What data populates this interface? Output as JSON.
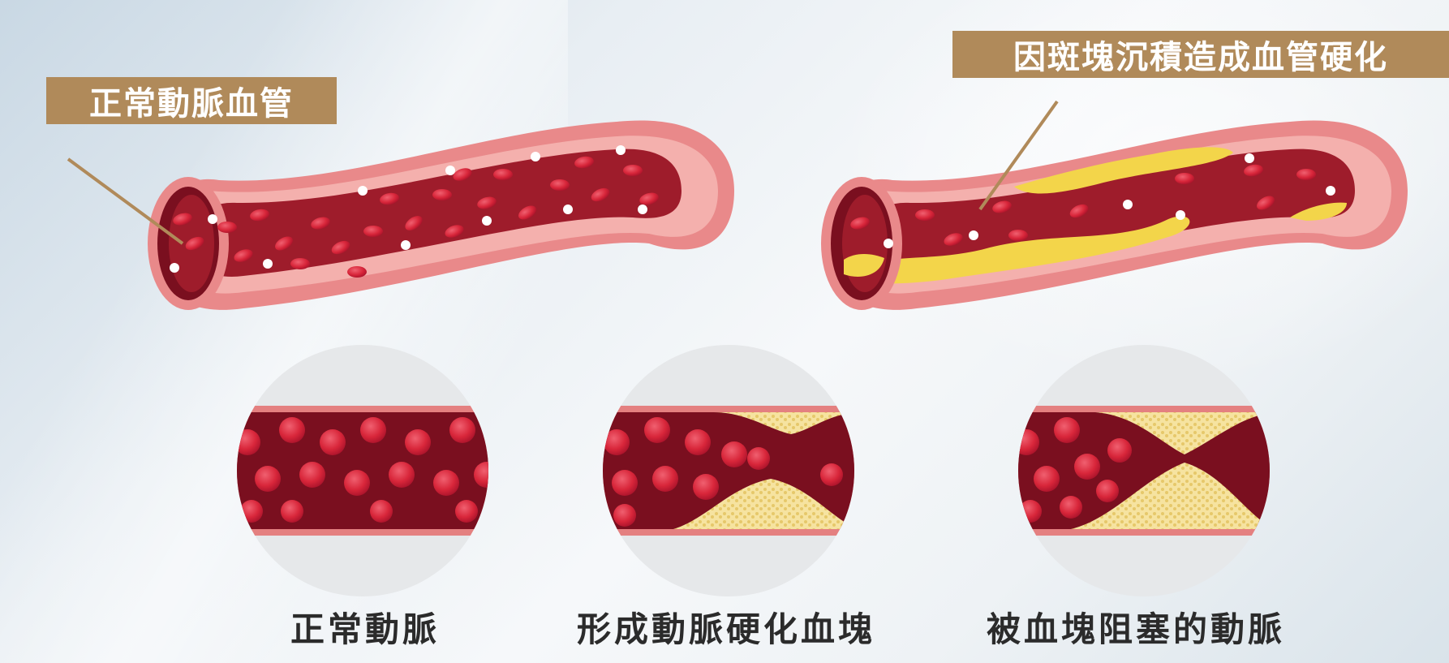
{
  "labels": {
    "normal_vessel": "正常動脈血管",
    "hardened_vessel": "因斑塊沉積造成血管硬化"
  },
  "captions": {
    "normal_artery": "正常動脈",
    "forming_plaque": "形成動脈硬化血塊",
    "blocked_artery": "被血塊阻塞的動脈"
  },
  "colors": {
    "label_bg": "#b08a5a",
    "vessel_outer": "#e9898a",
    "vessel_inner": "#9e1c2b",
    "blood_cell": "#d8263a",
    "plaque": "#f3d54a",
    "caption_text": "#2b2b2b"
  }
}
